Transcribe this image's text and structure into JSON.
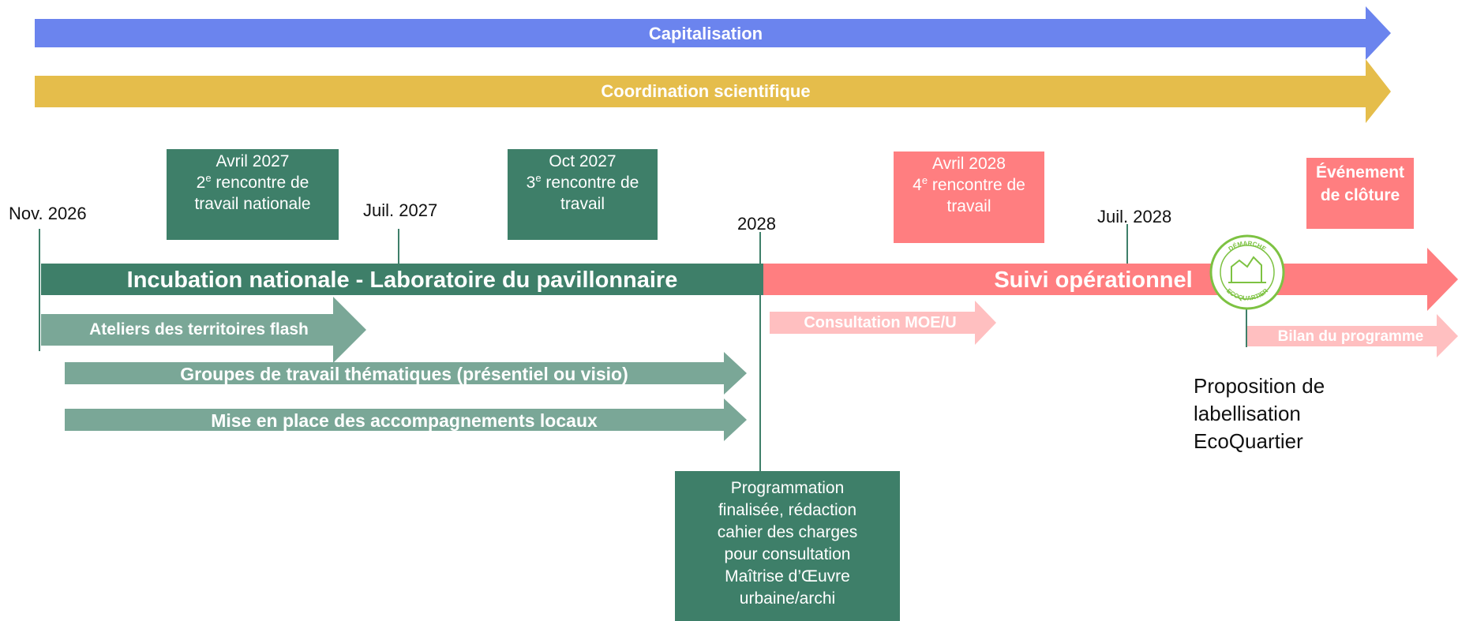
{
  "colors": {
    "capitalisation": "#6b84ee",
    "coordination": "#e5bd4b",
    "incubation": "#3e7f69",
    "incubation_light": "#7aa797",
    "suivi": "#ff7e80",
    "suivi_light": "#ffbfc0",
    "badge_ring": "#7dc242",
    "line": "#3e7f69"
  },
  "bands": {
    "capitalisation": "Capitalisation",
    "coordination": "Coordination scientifique"
  },
  "dates": {
    "nov_2026": "Nov. 2026",
    "juil_2027": "Juil. 2027",
    "y2028": "2028",
    "juil_2028": "Juil. 2028"
  },
  "milestones": {
    "avril_2027": {
      "date": "Avril 2027",
      "num": "2",
      "sup": "e",
      "line1_rest": " rencontre de",
      "line2": "travail nationale"
    },
    "oct_2027": {
      "date": "Oct 2027",
      "num": "3",
      "sup": "e",
      "line1_rest": " rencontre de",
      "line2": "travail"
    },
    "avril_2028": {
      "date": "Avril 2028",
      "num": "4",
      "sup": "e",
      "line1_rest": " rencontre de",
      "line2": "travail"
    },
    "cloture": {
      "line1": "Événement",
      "line2": "de clôture"
    }
  },
  "phases": {
    "incubation": "Incubation nationale - Laboratoire du pavillonnaire",
    "suivi": "Suivi opérationnel"
  },
  "activities": {
    "ateliers": "Ateliers des territoires flash",
    "groupes": "Groupes de travail thématiques (présentiel ou visio)",
    "accompagnements": "Mise en place des accompagnements locaux",
    "consultation": "Consultation MOE/U",
    "bilan": "Bilan du programme"
  },
  "programmation": [
    "Programmation",
    "finalisée, rédaction",
    "cahier des charges",
    "pour consultation",
    "Maîtrise d’Œuvre",
    "urbaine/archi"
  ],
  "labellisation": [
    "Proposition de",
    "labellisation",
    "EcoQuartier"
  ],
  "badge": {
    "top_text": "DÉMARCHE",
    "bottom_text": "ECOQUARTIER",
    "icon": "ecoquartier-badge-icon"
  }
}
